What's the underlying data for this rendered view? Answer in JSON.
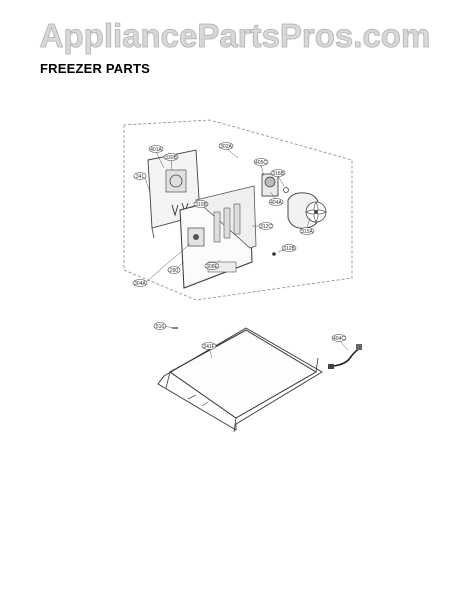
{
  "watermark": {
    "text": "AppliancePartsPros.com"
  },
  "page": {
    "title": "FREEZER PARTS"
  },
  "callouts": {
    "c302a": "302A",
    "c401a": "401A",
    "c330b": "330B",
    "c341": "341",
    "c310b": "310B",
    "c405c": "405C",
    "c315b": "315B",
    "c404a": "404A",
    "c315a": "315A",
    "c312c": "312C",
    "c312b": "312B",
    "c304a": "304A",
    "c290": "290",
    "c308e": "308E",
    "c516": "516",
    "c341f": "341F",
    "c404c": "404C"
  }
}
